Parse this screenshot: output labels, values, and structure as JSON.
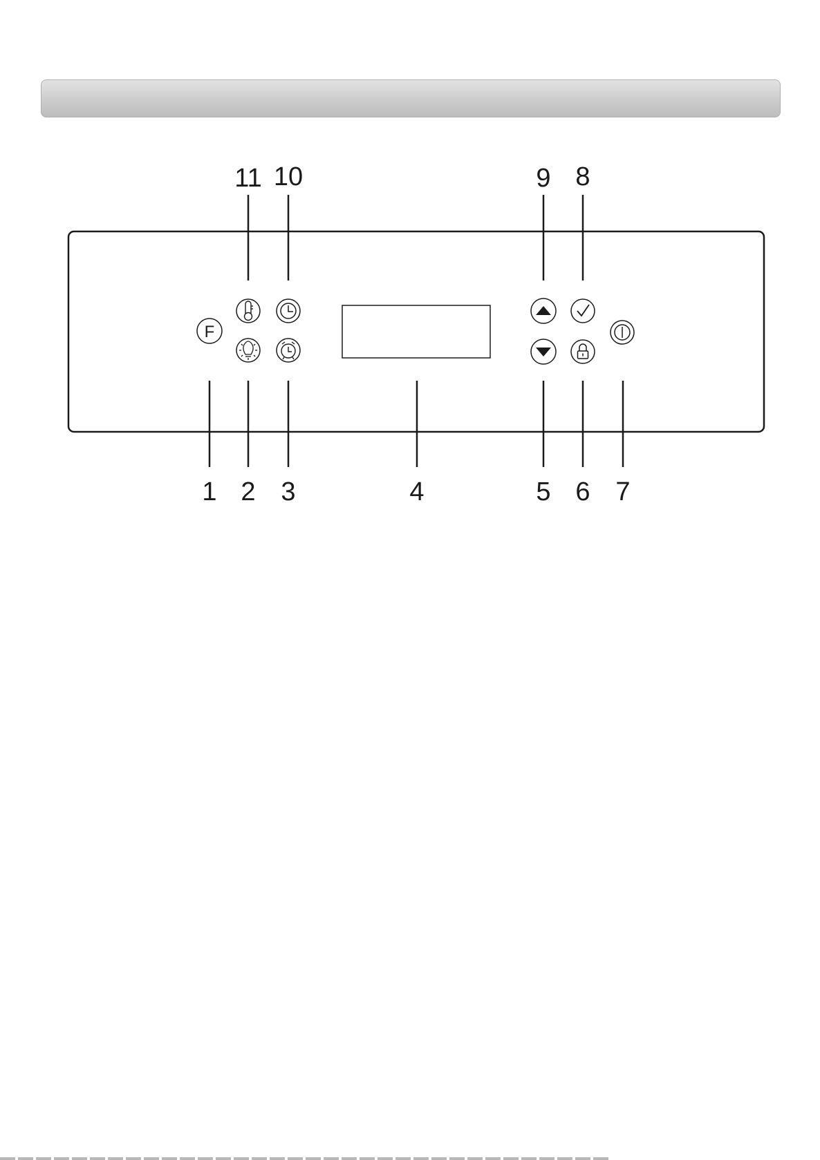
{
  "header": {
    "title": ""
  },
  "panel": {
    "buttons": {
      "function": {
        "glyph": "F",
        "icon": "function-f-icon"
      },
      "temperature": {
        "icon": "thermometer-icon"
      },
      "light": {
        "icon": "light-bulb-icon"
      },
      "clock": {
        "icon": "clock-icon"
      },
      "timer": {
        "icon": "alarm-timer-icon"
      },
      "up": {
        "icon": "up-arrow-icon"
      },
      "down": {
        "icon": "down-arrow-icon"
      },
      "confirm": {
        "icon": "checkmark-icon"
      },
      "lock": {
        "icon": "padlock-icon"
      },
      "power": {
        "icon": "power-icon"
      }
    }
  },
  "callouts": {
    "bottom": [
      "1",
      "2",
      "3",
      "4",
      "5",
      "6",
      "7"
    ],
    "top": [
      "11",
      "10",
      "9",
      "8"
    ]
  },
  "colors": {
    "stroke": "#1a1a1a",
    "header_fill": "#cccccc",
    "background": "#ffffff"
  }
}
